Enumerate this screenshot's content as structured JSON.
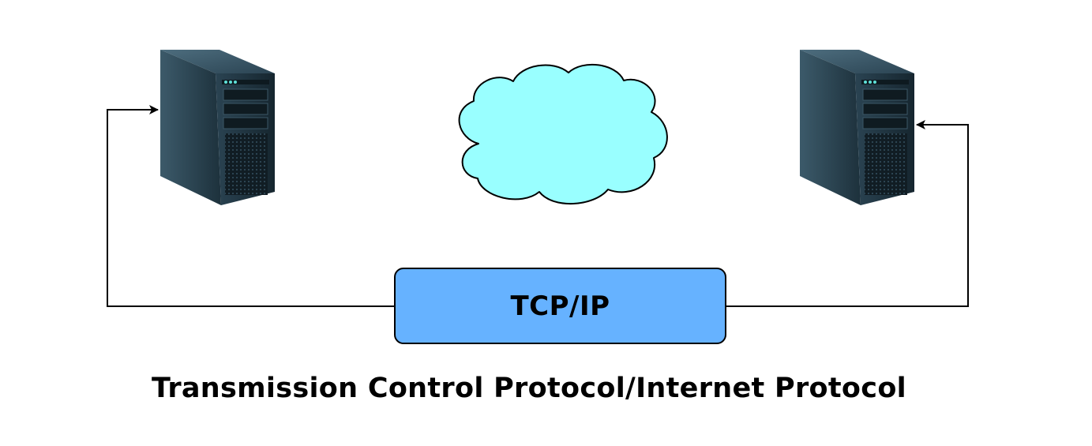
{
  "diagram": {
    "box_label": "TCP/IP",
    "caption": "Transmission Control Protocol/Internet Protocol",
    "nodes": [
      {
        "id": "server-left",
        "icon": "server-tower-icon"
      },
      {
        "id": "cloud",
        "icon": "cloud-icon"
      },
      {
        "id": "server-right",
        "icon": "server-tower-icon"
      }
    ],
    "edges": [
      {
        "from": "tcp-ip-box",
        "to": "server-left",
        "arrow": "end"
      },
      {
        "from": "tcp-ip-box",
        "to": "server-right",
        "arrow": "end"
      }
    ]
  },
  "colors": {
    "box_fill": "#66b2ff",
    "cloud_fill": "#99ffff",
    "server_body": "#1f3442",
    "line": "#000000",
    "background": "#ffffff"
  }
}
